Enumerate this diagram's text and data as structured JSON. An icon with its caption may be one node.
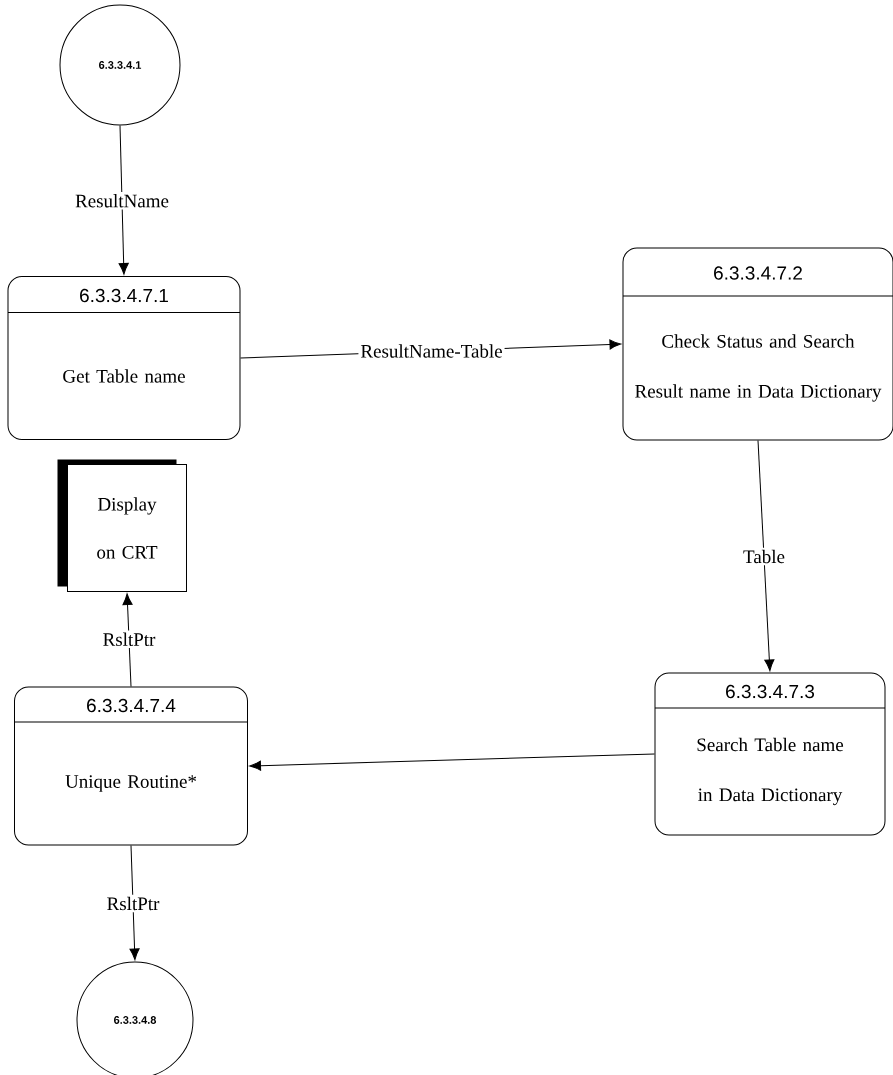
{
  "diagram": {
    "nodes": [
      {
        "text": [
          "6.3.3.4.1"
        ]
      },
      {
        "text": [
          "6.3.3.4.7.1",
          "Get Table name"
        ]
      },
      {
        "text": [
          "6.3.3.4.7.2",
          "Check Status and Search Result name in Data Dictionary"
        ]
      },
      {
        "text": [
          "6.3.3.4.7.3",
          "Search Table name in Data Dictionary"
        ]
      },
      {
        "text": [
          "6.3.3.4.7.4",
          "Unique Routine*"
        ]
      },
      {
        "text": [
          "Display on CRT"
        ]
      },
      {
        "text": [
          "6.3.3.4.8"
        ]
      }
    ],
    "edges": [
      {
        "from": 0,
        "to": 1,
        "arrow": "to",
        "label": "ResultName"
      },
      {
        "from": 1,
        "to": 2,
        "arrow": "to",
        "label": "ResultName-Table"
      },
      {
        "from": 2,
        "to": 3,
        "arrow": "to",
        "label": "Table"
      },
      {
        "from": 3,
        "to": 4,
        "arrow": "to"
      },
      {
        "from": 4,
        "to": 5,
        "arrow": "to",
        "label": "RsltPtr"
      },
      {
        "from": 4,
        "to": 6,
        "arrow": "to",
        "label": "RsltPtr"
      }
    ]
  }
}
